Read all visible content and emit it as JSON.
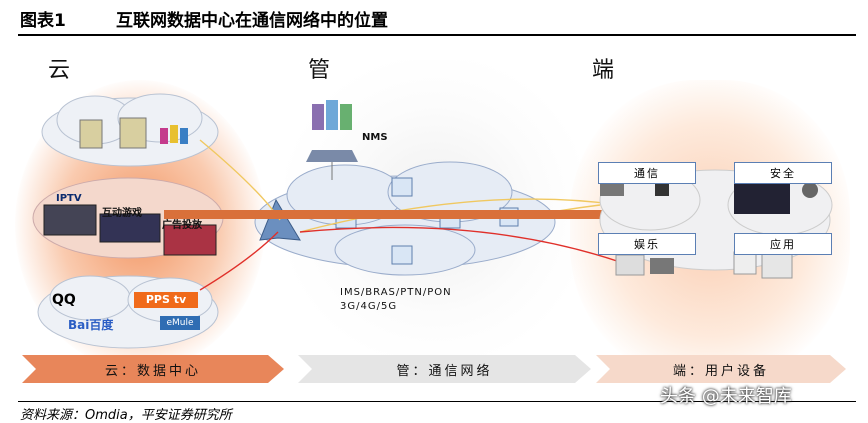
{
  "header": {
    "figure_no": "图表1",
    "title": "互联网数据中心在通信网络中的位置"
  },
  "columns": {
    "cloud": "云",
    "pipe": "管",
    "end": "端"
  },
  "cloud_zone": {
    "iptv": "IPTV",
    "games": "互动游戏",
    "ads": "广告投放",
    "brands": [
      "QQ",
      "PPS tv",
      "Bai百度",
      "eMule"
    ]
  },
  "pipe_zone": {
    "nms": "NMS",
    "tech_line1": "IMS/BRAS/PTN/PON",
    "tech_line2": "3G/4G/5G"
  },
  "end_zone": {
    "communication": "通信",
    "security": "安全",
    "entertainment": "娱乐",
    "application": "应用"
  },
  "ribbons": {
    "cloud": "云：数据中心",
    "pipe": "管：通信网络",
    "end": "端：用户设备"
  },
  "footer": {
    "source": "资料来源：Omdia，平安证券研究所",
    "watermark": "头条 @未来智库"
  },
  "colors": {
    "orange_band": "#d9703a",
    "red_line": "#e0302a",
    "yellow_line": "#f0c860",
    "label_border": "#5b7fb4"
  }
}
